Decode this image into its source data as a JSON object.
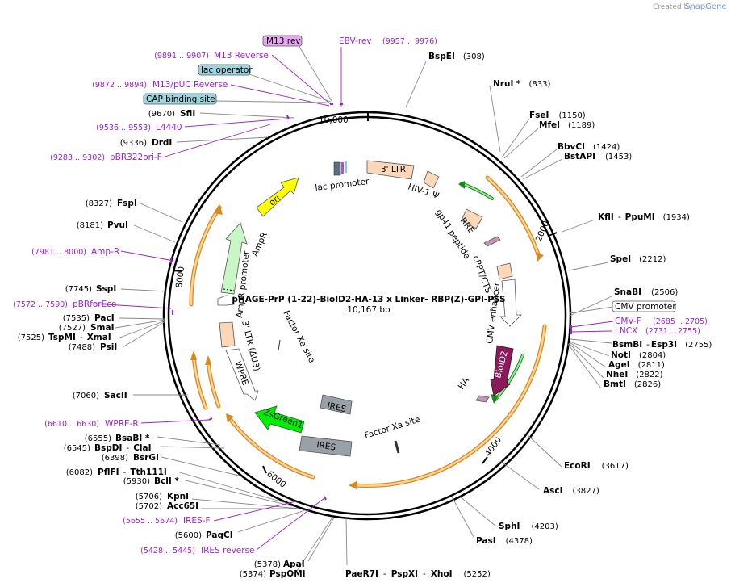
{
  "credit": {
    "text": "Created by",
    "brand": "SnapGene"
  },
  "plasmid": {
    "name": "pHAGE-PrP (1-22)-BioID2-HA-13 x Linker- RBP(Z)-GPI-PSS",
    "length": "10,167 bp"
  },
  "ticks": [
    "10,000",
    "2000",
    "4000",
    "6000",
    "8000"
  ],
  "colors": {
    "primer": "#9b1fd1",
    "orf": "#f6a11a",
    "ori": "#ffff00",
    "ampr": "#c8f7c5",
    "zsgreen": "#00ee00",
    "bioid2": "#8b1a5a",
    "grey": "#9aa0a8",
    "ltr": "#fcd7b8"
  },
  "sites": [
    {
      "name": "BspEI",
      "pos": "(308)"
    },
    {
      "name": "NruI *",
      "pos": "(833)"
    },
    {
      "name": "FseI",
      "pos": "(1150)"
    },
    {
      "name": "MfeI",
      "pos": "(1189)"
    },
    {
      "name": "BbvCI",
      "pos": "(1424)"
    },
    {
      "name": "BstAPI",
      "pos": "(1453)"
    },
    {
      "name": "KflI",
      "sep": "-",
      "name2": "PpuMI",
      "pos": "(1934)"
    },
    {
      "name": "SpeI",
      "pos": "(2212)"
    },
    {
      "name": "SnaBI",
      "pos": "(2506)"
    },
    {
      "name": "BsmBI",
      "sep": "-",
      "name2": "Esp3I",
      "pos": "(2755)"
    },
    {
      "name": "NotI",
      "pos": "(2804)"
    },
    {
      "name": "AgeI",
      "pos": "(2811)"
    },
    {
      "name": "NheI",
      "pos": "(2822)"
    },
    {
      "name": "BmtI",
      "pos": "(2826)"
    },
    {
      "name": "EcoRI",
      "pos": "(3617)"
    },
    {
      "name": "AscI",
      "pos": "(3827)"
    },
    {
      "name": "SphI",
      "pos": "(4203)"
    },
    {
      "name": "PasI",
      "pos": "(4378)"
    },
    {
      "name": "PaeR7I",
      "sep": "-",
      "name2": "PspXI",
      "sep2": "-",
      "name3": "XhoI",
      "pos": "(5252)"
    },
    {
      "name": "ApaI",
      "pos": "(5378)"
    },
    {
      "name": "PspOMI",
      "pos": "(5374)"
    },
    {
      "name": "PaqCI",
      "pos": "(5600)"
    },
    {
      "name": "KpnI",
      "pos": "(5706)"
    },
    {
      "name": "Acc65I",
      "pos": "(5702)"
    },
    {
      "name": "BclI *",
      "pos": "(5930)"
    },
    {
      "name": "PflFI",
      "sep": "-",
      "name2": "Tth111I",
      "pos": "(6082)"
    },
    {
      "name": "BsrGI",
      "pos": "(6398)"
    },
    {
      "name": "BspDI",
      "sep": "-",
      "name2": "ClaI",
      "pos": "(6545)"
    },
    {
      "name": "BsaBI *",
      "pos": "(6555)"
    },
    {
      "name": "SacII",
      "pos": "(7060)"
    },
    {
      "name": "PsiI",
      "pos": "(7488)"
    },
    {
      "name": "TspMI",
      "sep": "-",
      "name2": "XmaI",
      "pos": "(7525)"
    },
    {
      "name": "SmaI",
      "pos": "(7527)"
    },
    {
      "name": "PacI",
      "pos": "(7535)"
    },
    {
      "name": "SspI",
      "pos": "(7745)"
    },
    {
      "name": "PvuI",
      "pos": "(8181)"
    },
    {
      "name": "FspI",
      "pos": "(8327)"
    },
    {
      "name": "DrdI",
      "pos": "(9336)"
    },
    {
      "name": "SfiI",
      "pos": "(9670)"
    }
  ],
  "primers": [
    {
      "name": "EBV-rev",
      "range": "(9957 .. 9976)"
    },
    {
      "name": "M13 Reverse",
      "range": "(9891 .. 9907)"
    },
    {
      "name": "M13/pUC Reverse",
      "range": "(9872 .. 9894)"
    },
    {
      "name": "L4440",
      "range": "(9536 .. 9553)"
    },
    {
      "name": "pBR322ori-F",
      "range": "(9283 .. 9302)"
    },
    {
      "name": "Amp-R",
      "range": "(7981 .. 8000)"
    },
    {
      "name": "pBRforEco",
      "range": "(7572 .. 7590)"
    },
    {
      "name": "WPRE-R",
      "range": "(6610 .. 6630)"
    },
    {
      "name": "IRES-F",
      "range": "(5655 .. 5674)"
    },
    {
      "name": "IRES reverse",
      "range": "(5428 .. 5445)"
    },
    {
      "name": "CMV-F",
      "range": "(2685 .. 2705)"
    },
    {
      "name": "LNCX",
      "range": "(2731 .. 2755)"
    }
  ],
  "boxed": [
    "M13 rev",
    "lac operator",
    "CAP binding site",
    "CMV promoter"
  ],
  "features": {
    "ltr5": "3' LTR",
    "hiv": "HIV-1 Ψ",
    "rre": "RRE",
    "gp41": "gp41 peptide",
    "cppt": "cPPT/CTS",
    "cmv_enh": "CMV enhancer",
    "bioid2": "BioID2",
    "ha": "HA",
    "factorxa1": "Factor Xa site",
    "ires1": "IRES",
    "ires2": "IRES",
    "zsgreen": "ZsGreen1",
    "wpre": "WPRE",
    "ltr3": "3' LTR (ΔU3)",
    "factorxa2": "Factor Xa site",
    "amppro": "AmpR promoter",
    "ampr": "AmpR",
    "ori": "ori",
    "lacpro": "lac promoter"
  }
}
